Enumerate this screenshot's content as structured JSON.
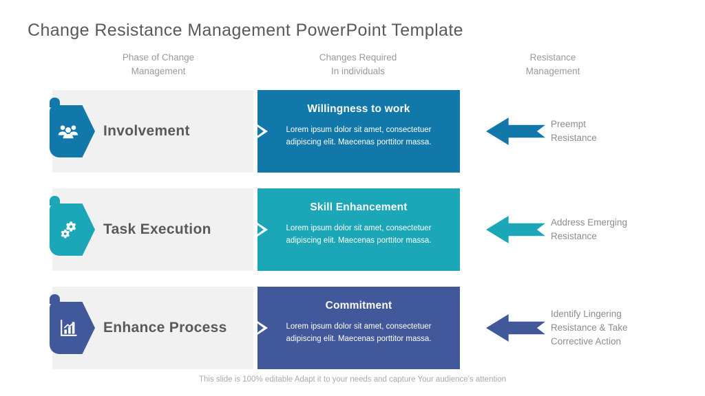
{
  "slide": {
    "title": "Change Resistance  Management  PowerPoint Template",
    "footer": "This slide is 100% editable Adapt it to your needs and capture Your audience’s attention"
  },
  "headers": [
    {
      "line1": "Phase of Change",
      "line2": "Management"
    },
    {
      "line1": "Changes Required",
      "line2": "In individuals"
    },
    {
      "line1": "Resistance",
      "line2": "Management"
    }
  ],
  "rows": [
    {
      "phase": "Involvement",
      "icon": "people-group-icon",
      "color": "#1278a9",
      "panel_title": "Willingness to work",
      "panel_body": "Lorem ipsum dolor sit amet, consectetuer adipiscing elit. Maecenas porttitor massa.",
      "resistance_lines": [
        "Preempt",
        "Resistance"
      ]
    },
    {
      "phase": "Task Execution",
      "icon": "gears-icon",
      "color": "#1ba7b8",
      "panel_title": "Skill Enhancement",
      "panel_body": "Lorem ipsum dolor sit amet, consectetuer adipiscing elit. Maecenas porttitor massa.",
      "resistance_lines": [
        "Address Emerging",
        "Resistance"
      ]
    },
    {
      "phase": "Enhance Process",
      "icon": "bar-chart-icon",
      "color": "#41599b",
      "panel_title": "Commitment",
      "panel_body": "Lorem ipsum dolor sit amet, consectetuer adipiscing elit. Maecenas porttitor massa.",
      "resistance_lines": [
        "Identify Lingering",
        "Resistance & Take",
        "Corrective Action"
      ]
    }
  ],
  "palette": {
    "row_band": "#f1f1f1",
    "title_text": "#58595b",
    "muted_text": "#9a9a9a",
    "footer_text": "#a9a9a9"
  }
}
